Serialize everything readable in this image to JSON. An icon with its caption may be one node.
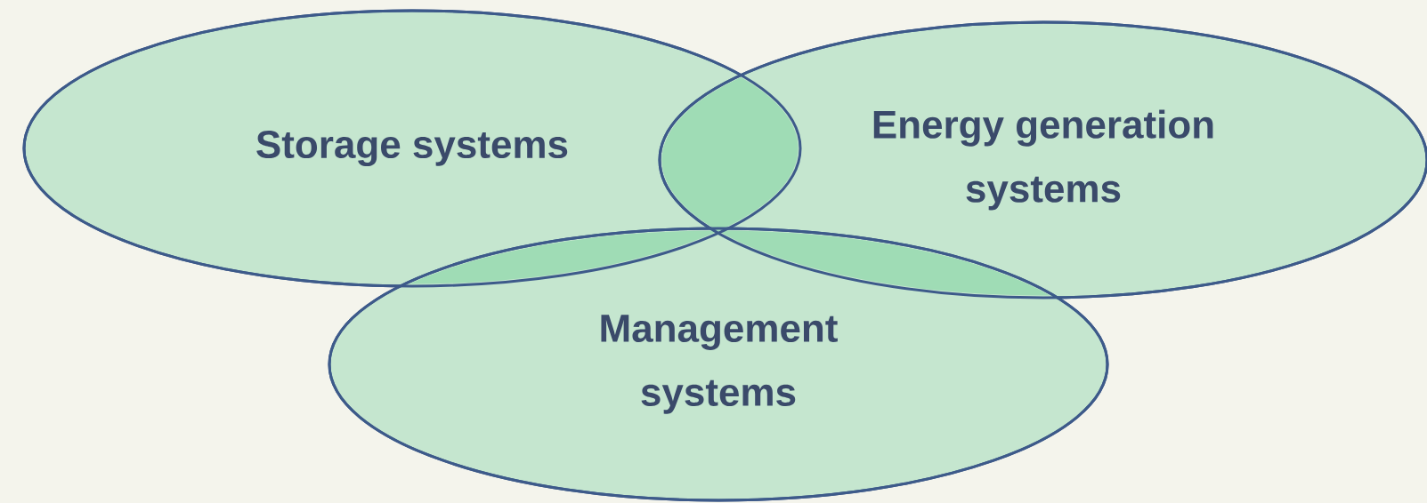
{
  "diagram": {
    "nodes": [
      {
        "text": [
          "Storage systems"
        ]
      },
      {
        "text": [
          "Energy generation systems"
        ]
      },
      {
        "text": [
          "Management systems"
        ]
      }
    ]
  }
}
